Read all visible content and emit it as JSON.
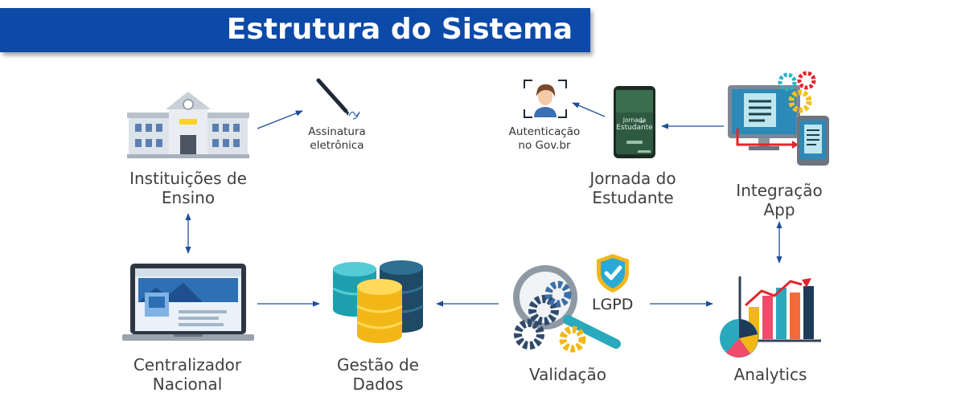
{
  "header": {
    "title": "Estrutura do Sistema"
  },
  "nodes": {
    "instituicoes": {
      "line1": "Instituições de",
      "line2": "Ensino"
    },
    "assinatura": {
      "line1": "Assinatura",
      "line2": "eletrônica"
    },
    "autenticacao": {
      "line1": "Autenticação",
      "line2": "no Gov.br"
    },
    "jornada": {
      "line1": "Jornada do",
      "line2": "Estudante"
    },
    "integracao": {
      "line1": "Integração",
      "line2": "App"
    },
    "centralizador": {
      "line1": "Centralizador",
      "line2": "Nacional"
    },
    "gestao": {
      "line1": "Gestão de",
      "line2": "Dados"
    },
    "validacao": {
      "line1": "Validação"
    },
    "lgpd": {
      "label": "LGPD"
    },
    "analytics": {
      "line1": "Analytics"
    }
  },
  "phone_screen": {
    "line1": "Jornada",
    "line2": "do",
    "line3": "Estudante"
  },
  "colors": {
    "banner": "#0c4aa8",
    "arrow": "#1f4e9a",
    "label": "#404040"
  },
  "icons": [
    "school-building-icon",
    "pen-signature-icon",
    "face-id-icon",
    "smartphone-app-icon",
    "computer-integration-icon",
    "laptop-icon",
    "database-icon",
    "magnifier-gears-icon",
    "shield-check-icon",
    "analytics-chart-icon"
  ]
}
